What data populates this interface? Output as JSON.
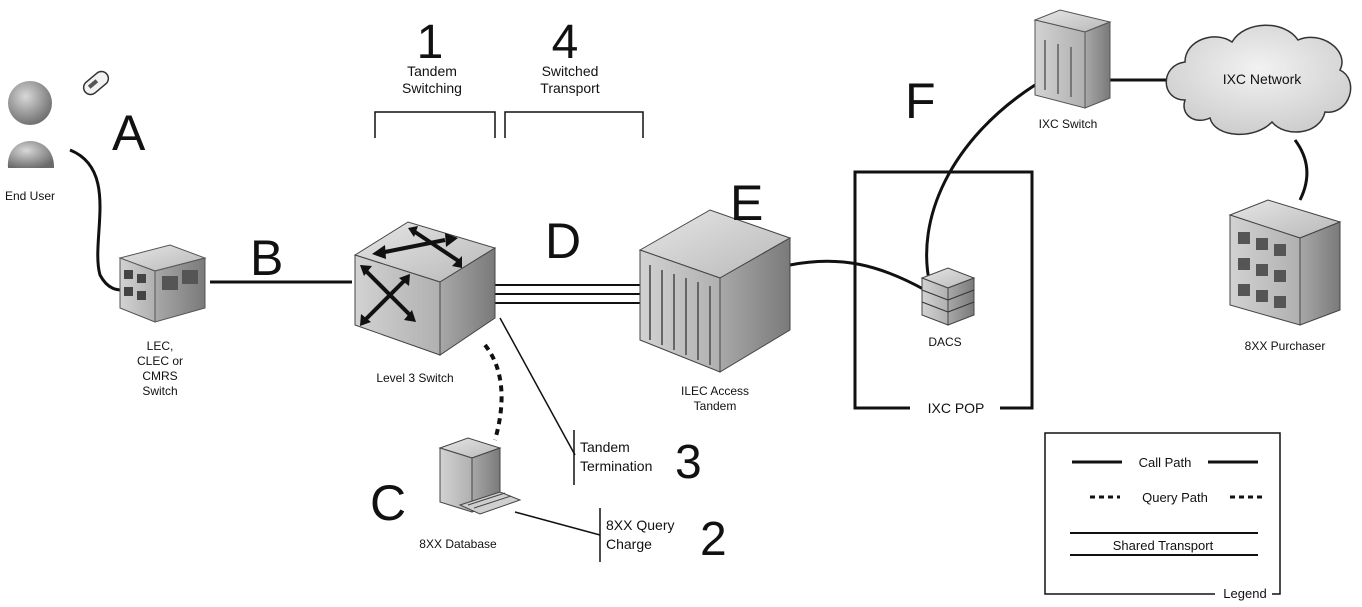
{
  "letters": {
    "a": "A",
    "b": "B",
    "c": "C",
    "d": "D",
    "e": "E",
    "f": "F"
  },
  "numbers": {
    "n1": "1",
    "n2": "2",
    "n3": "3",
    "n4": "4"
  },
  "brackets": {
    "tandem_switching": [
      "Tandem",
      "Switching"
    ],
    "switched_transport": [
      "Switched",
      "Transport"
    ]
  },
  "nodes": {
    "end_user": "End User",
    "lec_switch": [
      "LEC,",
      "CLEC or",
      "CMRS",
      "Switch"
    ],
    "level3_switch": "Level 3 Switch",
    "ilec_tandem": [
      "ILEC Access",
      "Tandem"
    ],
    "dacs": "DACS",
    "ixc_pop": "IXC POP",
    "ixc_switch": "IXC Switch",
    "ixc_network": "IXC Network",
    "purchaser": "8XX Purchaser",
    "database": "8XX Database"
  },
  "charges": {
    "tandem_termination": [
      "Tandem",
      "Termination"
    ],
    "query_charge": [
      "8XX Query",
      "Charge"
    ]
  },
  "legend": {
    "call_path": "Call Path",
    "query_path": "Query Path",
    "shared_transport": "Shared Transport",
    "title": "Legend"
  }
}
